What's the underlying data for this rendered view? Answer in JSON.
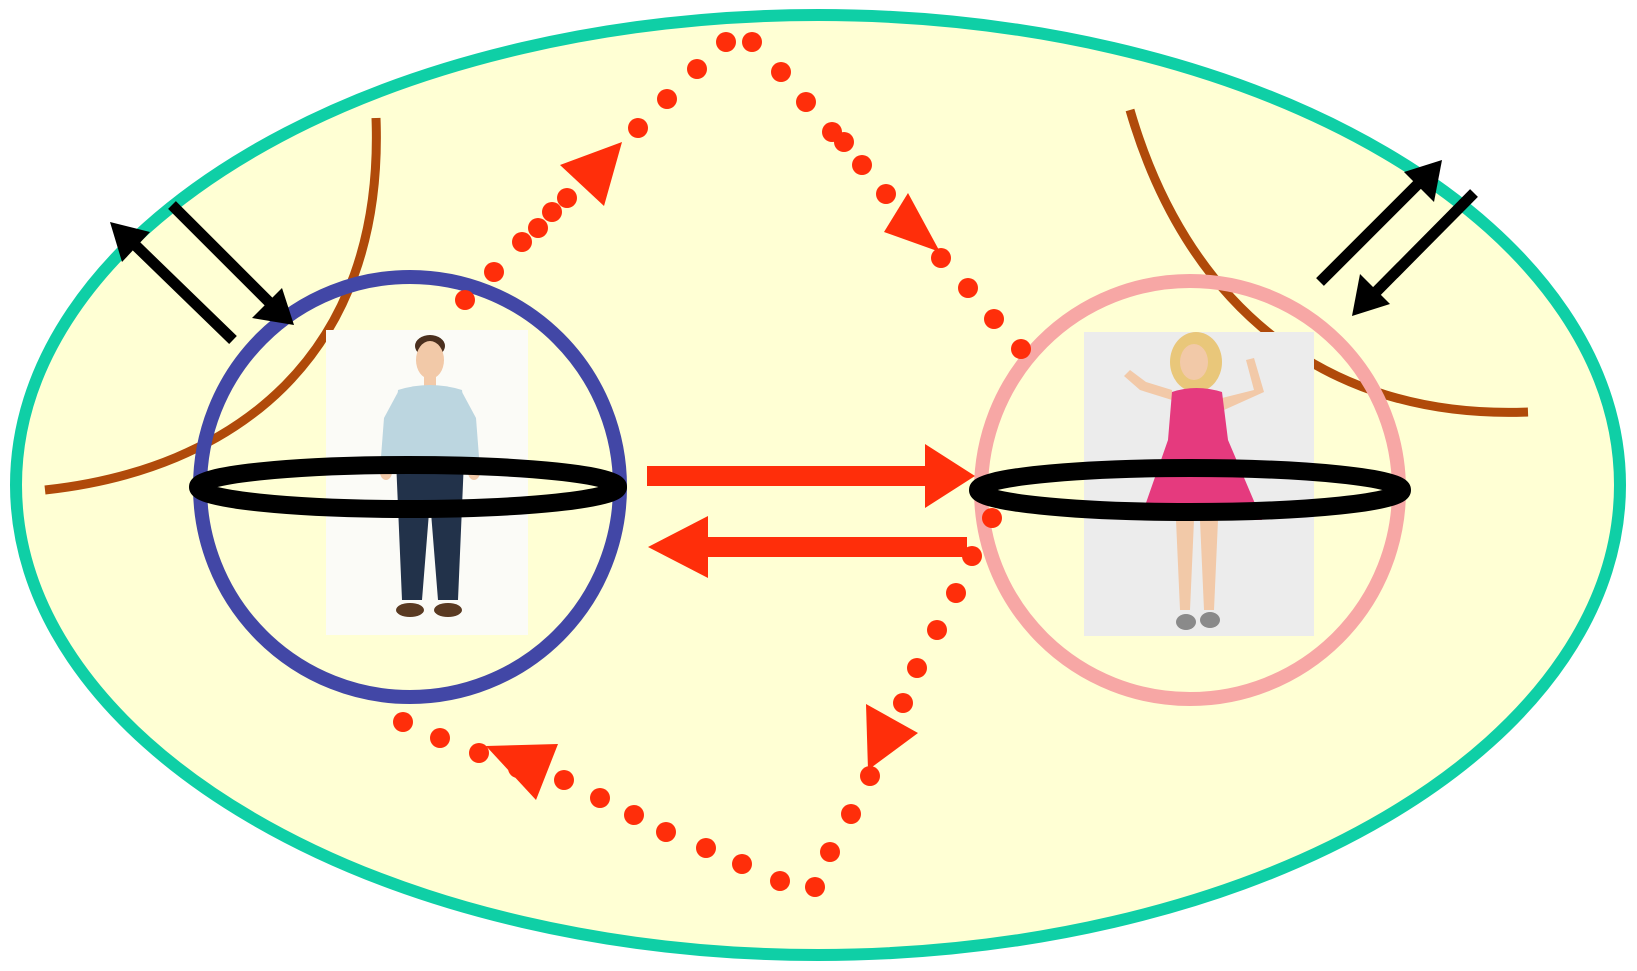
{
  "diagram": {
    "colors": {
      "background": "#ffffff",
      "ellipse_fill": "#ffffd4",
      "ellipse_stroke": "#0fcfa6",
      "left_circle": "#4247a6",
      "right_circle": "#f7a7a5",
      "ring": "#000000",
      "curve": "#b04a0a",
      "red": "#ff2e0a",
      "black_arrow": "#000000",
      "photo_left_bg": "#fbfbf7",
      "photo_right_bg": "#ececec",
      "shirt": "#bcd6e0",
      "jeans": "#22324a",
      "dress": "#e53a7e",
      "skin": "#f2c9a8",
      "hair_blond": "#e9c77a",
      "hair_brown": "#4a2f1e"
    },
    "nodes": [
      {
        "id": "left-person",
        "icon": "man-photo",
        "circle_color": "left_circle"
      },
      {
        "id": "right-person",
        "icon": "woman-photo",
        "circle_color": "right_circle"
      }
    ],
    "connections": [
      {
        "from": "left-person",
        "to": "right-person",
        "style": "solid",
        "color": "red"
      },
      {
        "from": "right-person",
        "to": "left-person",
        "style": "solid",
        "color": "red"
      },
      {
        "from": "left-person",
        "to": "right-person",
        "style": "dotted",
        "route": "over-top",
        "color": "red"
      },
      {
        "from": "right-person",
        "to": "left-person",
        "style": "dotted",
        "route": "under-bottom",
        "color": "red"
      }
    ],
    "exchange_arrows": [
      {
        "side": "left",
        "directions": [
          "outward",
          "inward"
        ],
        "color": "black_arrow"
      },
      {
        "side": "right",
        "directions": [
          "outward",
          "inward"
        ],
        "color": "black_arrow"
      }
    ]
  }
}
